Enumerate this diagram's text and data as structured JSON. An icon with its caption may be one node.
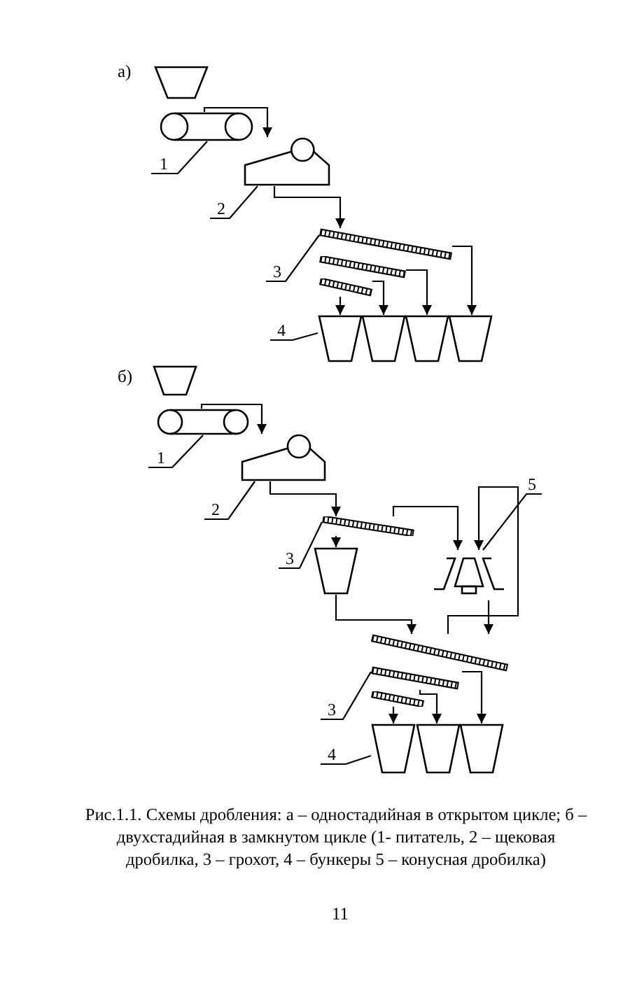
{
  "diagram": {
    "caption": "Рис.1.1. Схемы дробления: а – одностадийная в открытом цикле; б – двухстадийная в замкнутом цикле (1- питатель, 2 – щековая дробилка, 3 – грохот, 4 – бункеры 5 – конусная дробилка)",
    "nodes": [
      {
        "text": [],
        "shape": "hopper"
      },
      {
        "text": [],
        "shape": "conveyor"
      },
      {
        "text": [],
        "shape": "crusher"
      },
      {
        "text": [],
        "shape": "screen"
      },
      {
        "text": [],
        "shape": "screen"
      },
      {
        "text": [],
        "shape": "screen"
      },
      {
        "text": [],
        "shape": "hopper"
      },
      {
        "text": [],
        "shape": "hopper"
      },
      {
        "text": [],
        "shape": "hopper"
      },
      {
        "text": [],
        "shape": "hopper"
      },
      {
        "text": [
          "1"
        ]
      },
      {
        "text": [
          "2"
        ]
      },
      {
        "text": [
          "3"
        ]
      },
      {
        "text": [
          "4"
        ]
      },
      {
        "text": [],
        "shape": "hopper"
      },
      {
        "text": [],
        "shape": "conveyor"
      },
      {
        "text": [],
        "shape": "crusher"
      },
      {
        "text": [],
        "shape": "screen"
      },
      {
        "text": [],
        "shape": "hopper"
      },
      {
        "text": [],
        "shape": "cone"
      },
      {
        "text": [],
        "shape": "screen"
      },
      {
        "text": [],
        "shape": "screen"
      },
      {
        "text": [],
        "shape": "screen"
      },
      {
        "text": [],
        "shape": "hopper"
      },
      {
        "text": [],
        "shape": "hopper"
      },
      {
        "text": [],
        "shape": "hopper"
      },
      {
        "text": [
          "1"
        ]
      },
      {
        "text": [
          "2"
        ]
      },
      {
        "text": [
          "3"
        ]
      },
      {
        "text": [
          "5"
        ]
      },
      {
        "text": [
          "3"
        ]
      },
      {
        "text": [
          "4"
        ]
      }
    ],
    "edges": [
      {
        "from": 1,
        "to": 2,
        "arrow": "to"
      },
      {
        "from": 2,
        "to": 3,
        "arrow": "to"
      },
      {
        "from": 3,
        "to": 9,
        "arrow": "to"
      },
      {
        "from": 4,
        "to": 8,
        "arrow": "to"
      },
      {
        "from": 5,
        "to": 7,
        "arrow": "to"
      },
      {
        "from": 5,
        "to": 6,
        "arrow": "to"
      },
      {
        "from": 10,
        "to": 1,
        "arrow": "none"
      },
      {
        "from": 11,
        "to": 2,
        "arrow": "none"
      },
      {
        "from": 12,
        "to": 3,
        "arrow": "none"
      },
      {
        "from": 13,
        "to": 6,
        "arrow": "none"
      },
      {
        "from": 15,
        "to": 16,
        "arrow": "to"
      },
      {
        "from": 16,
        "to": 17,
        "arrow": "to"
      },
      {
        "from": 17,
        "to": 18,
        "arrow": "to"
      },
      {
        "from": 17,
        "to": 19,
        "arrow": "to"
      },
      {
        "from": 20,
        "to": 19,
        "arrow": "to"
      },
      {
        "from": 18,
        "to": 20,
        "arrow": "to"
      },
      {
        "from": 19,
        "to": 20,
        "arrow": "to"
      },
      {
        "from": 20,
        "to": 25,
        "arrow": "to"
      },
      {
        "from": 21,
        "to": 24,
        "arrow": "to"
      },
      {
        "from": 22,
        "to": 23,
        "arrow": "to"
      },
      {
        "from": 26,
        "to": 15,
        "arrow": "none"
      },
      {
        "from": 27,
        "to": 16,
        "arrow": "none"
      },
      {
        "from": 28,
        "to": 17,
        "arrow": "none"
      },
      {
        "from": 29,
        "to": 19,
        "arrow": "none"
      },
      {
        "from": 30,
        "to": 21,
        "arrow": "none"
      },
      {
        "from": 31,
        "to": 23,
        "arrow": "none"
      }
    ],
    "labels": [
      "а)",
      "б)",
      "11"
    ]
  }
}
